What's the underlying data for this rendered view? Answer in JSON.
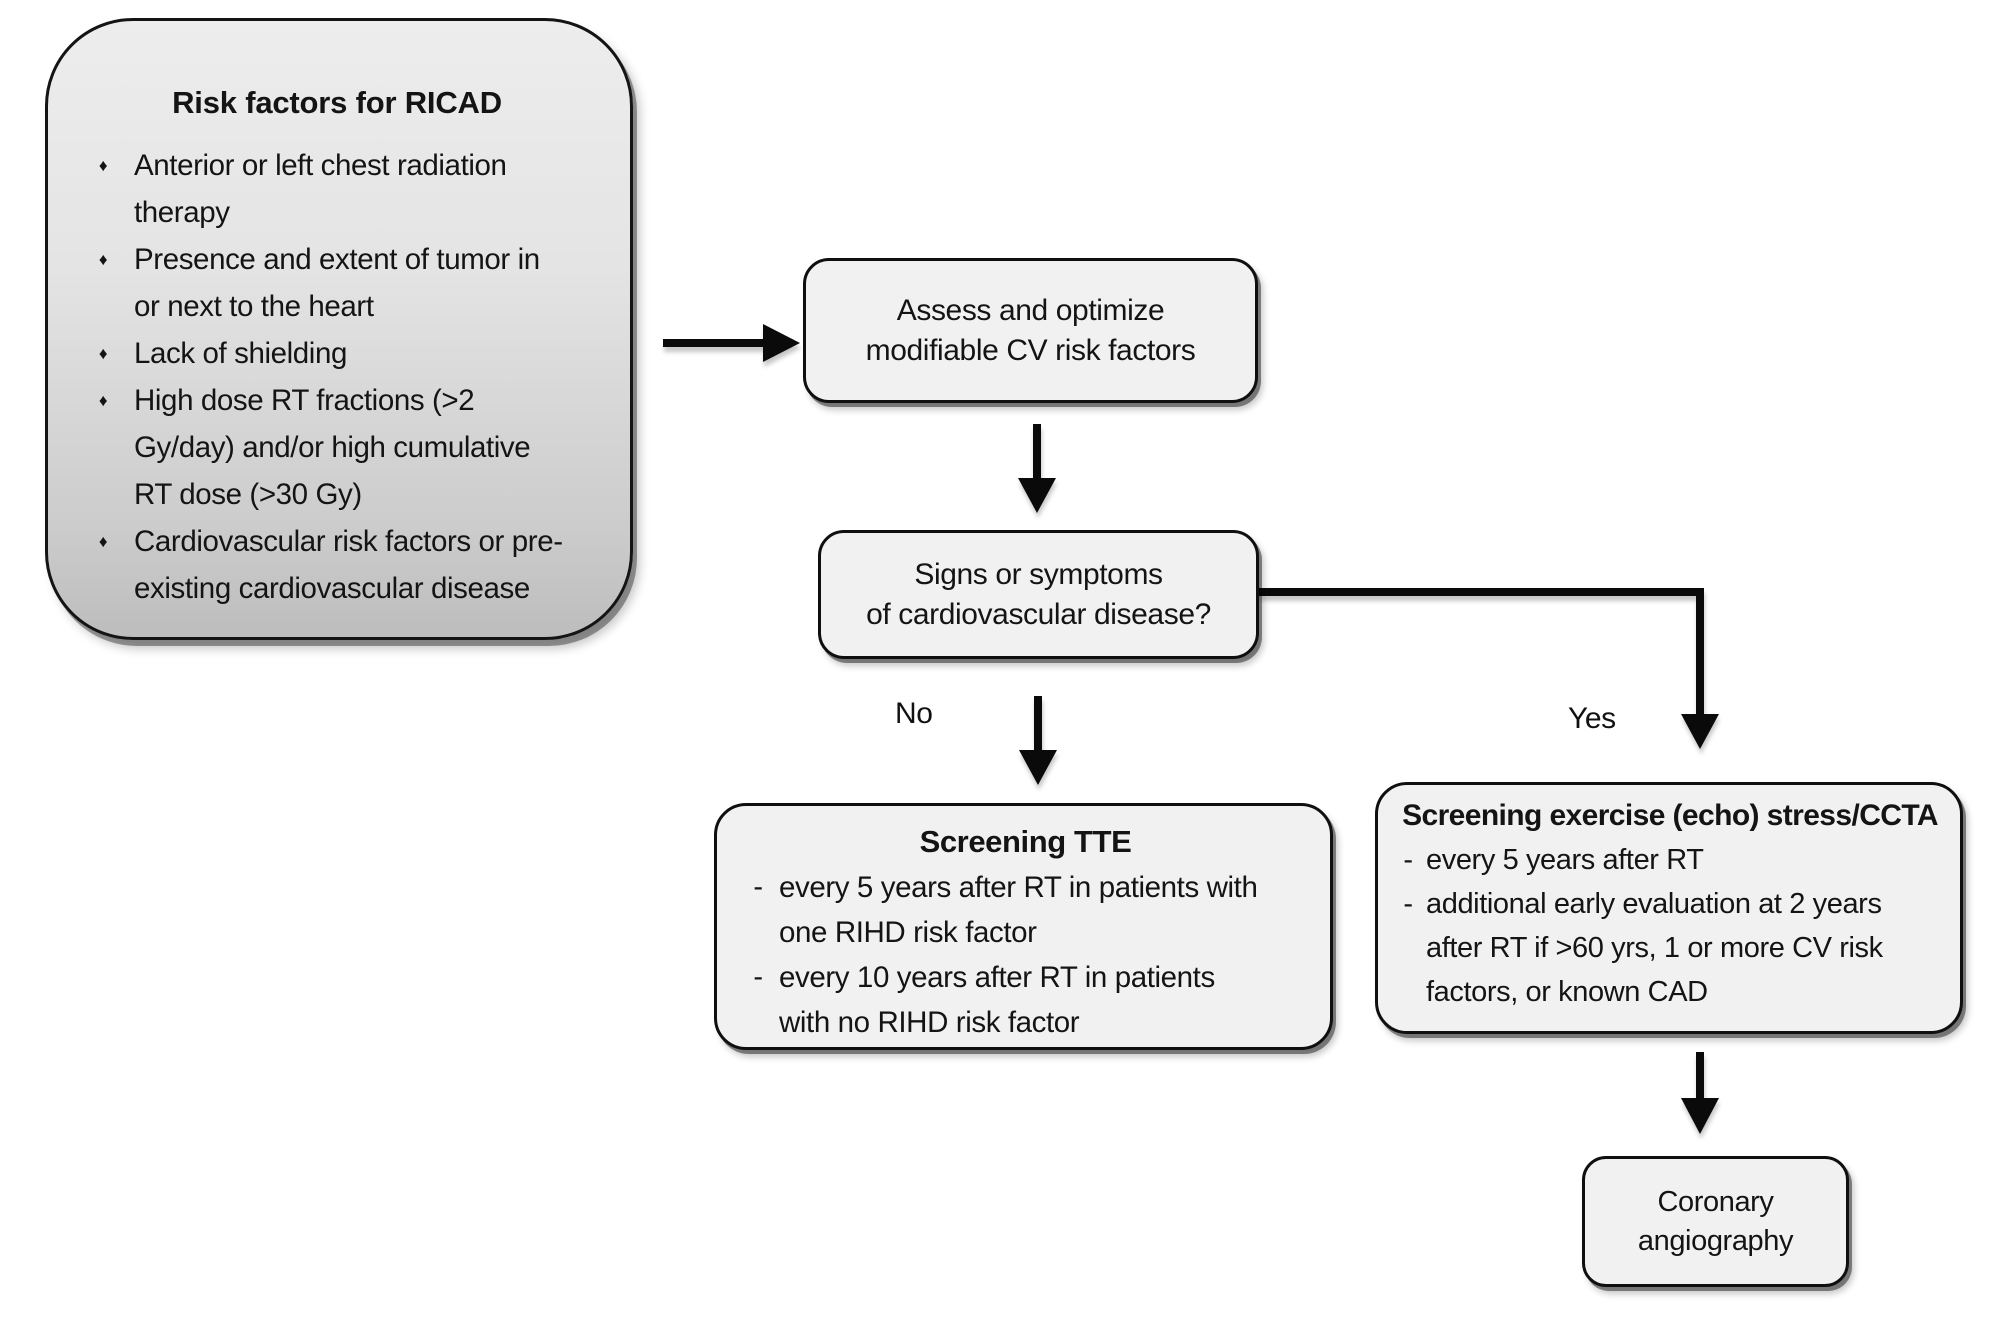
{
  "colors": {
    "background": "#ffffff",
    "box_fill": "#f1f1f1",
    "box_border": "#0f0f0f",
    "risk_box_gradient_top": "#ededed",
    "risk_box_gradient_bottom": "#bdbdbd",
    "arrow": "#0a0a0a",
    "text": "#141414"
  },
  "icons": {
    "bullet": "♦",
    "dash": "-"
  },
  "risk_box": {
    "title": "Risk factors for RICAD",
    "bullets": [
      [
        "Anterior or left chest radiation",
        "therapy"
      ],
      [
        "Presence and extent of tumor in",
        "or next to the heart"
      ],
      [
        "Lack of shielding"
      ],
      [
        "High dose RT fractions (>2",
        "Gy/day) and/or high cumulative",
        "RT dose (>30 Gy)"
      ],
      [
        "Cardiovascular risk factors or pre-",
        "existing cardiovascular disease"
      ]
    ]
  },
  "assess_box": {
    "line1": "Assess and optimize",
    "line2": "modifiable CV risk factors"
  },
  "signs_box": {
    "line1": "Signs or symptoms",
    "line2": "of cardiovascular disease?"
  },
  "branch_labels": {
    "no": "No",
    "yes": "Yes"
  },
  "tte_box": {
    "title": "Screening TTE",
    "items": [
      [
        "every 5 years after RT in patients with",
        "one RIHD risk factor"
      ],
      [
        "every 10 years after RT in patients",
        "with no RIHD risk factor"
      ]
    ]
  },
  "stress_box": {
    "title": "Screening exercise (echo) stress/CCTA",
    "items": [
      [
        "every 5 years after RT"
      ],
      [
        "additional early evaluation at 2 years",
        "after RT if >60 yrs, 1 or more CV risk",
        "factors, or known CAD"
      ]
    ]
  },
  "angio_box": {
    "line1": "Coronary",
    "line2": "angiography"
  }
}
